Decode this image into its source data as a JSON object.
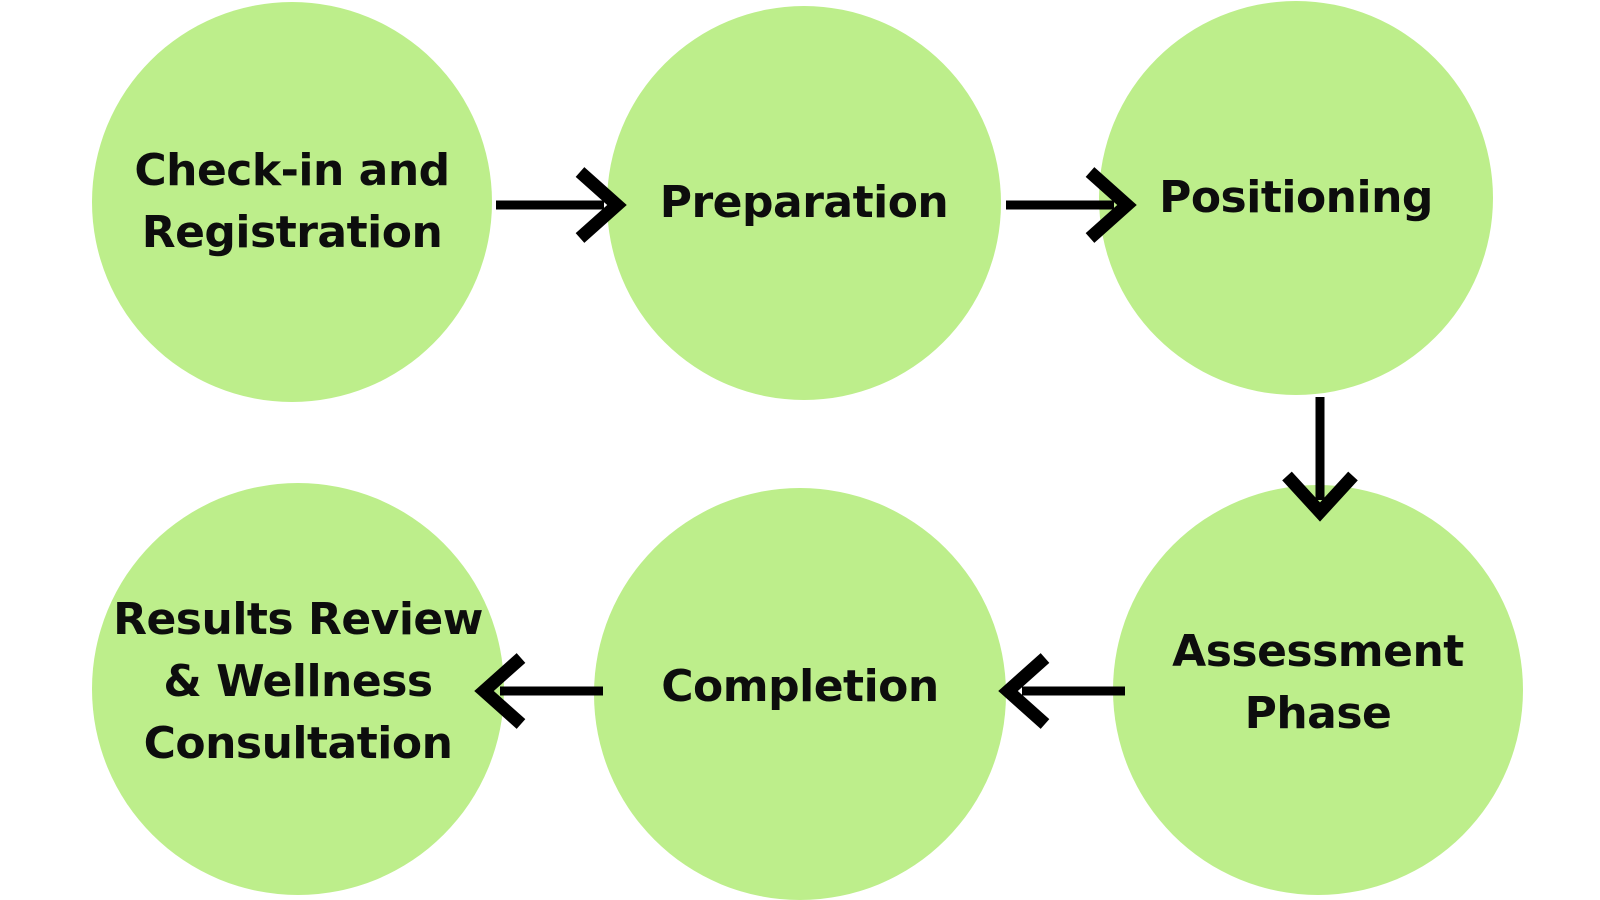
{
  "diagram": {
    "background_color": "#ffffff",
    "node_color": "#bdee8b",
    "text_color": "#0d0d0d",
    "arrow_color": "#000000",
    "nodes": [
      {
        "id": "step-1",
        "label": "Check-in and Registration",
        "lines": [
          "Check-in and",
          "Registration"
        ]
      },
      {
        "id": "step-2",
        "label": "Preparation",
        "lines": [
          "Preparation"
        ]
      },
      {
        "id": "step-3",
        "label": "Positioning",
        "lines": [
          "Positioning"
        ]
      },
      {
        "id": "step-4",
        "label": "Assessment Phase",
        "lines": [
          "Assessment",
          "Phase"
        ]
      },
      {
        "id": "step-5",
        "label": "Completion",
        "lines": [
          "Completion"
        ]
      },
      {
        "id": "step-6",
        "label": "Results Review & Wellness Consultation",
        "lines": [
          "Results Review",
          "& Wellness",
          "Consultation"
        ]
      }
    ],
    "connections": [
      {
        "from": "step-1",
        "to": "step-2",
        "direction": "right"
      },
      {
        "from": "step-2",
        "to": "step-3",
        "direction": "right"
      },
      {
        "from": "step-3",
        "to": "step-4",
        "direction": "down"
      },
      {
        "from": "step-4",
        "to": "step-5",
        "direction": "left"
      },
      {
        "from": "step-5",
        "to": "step-6",
        "direction": "left"
      }
    ]
  }
}
